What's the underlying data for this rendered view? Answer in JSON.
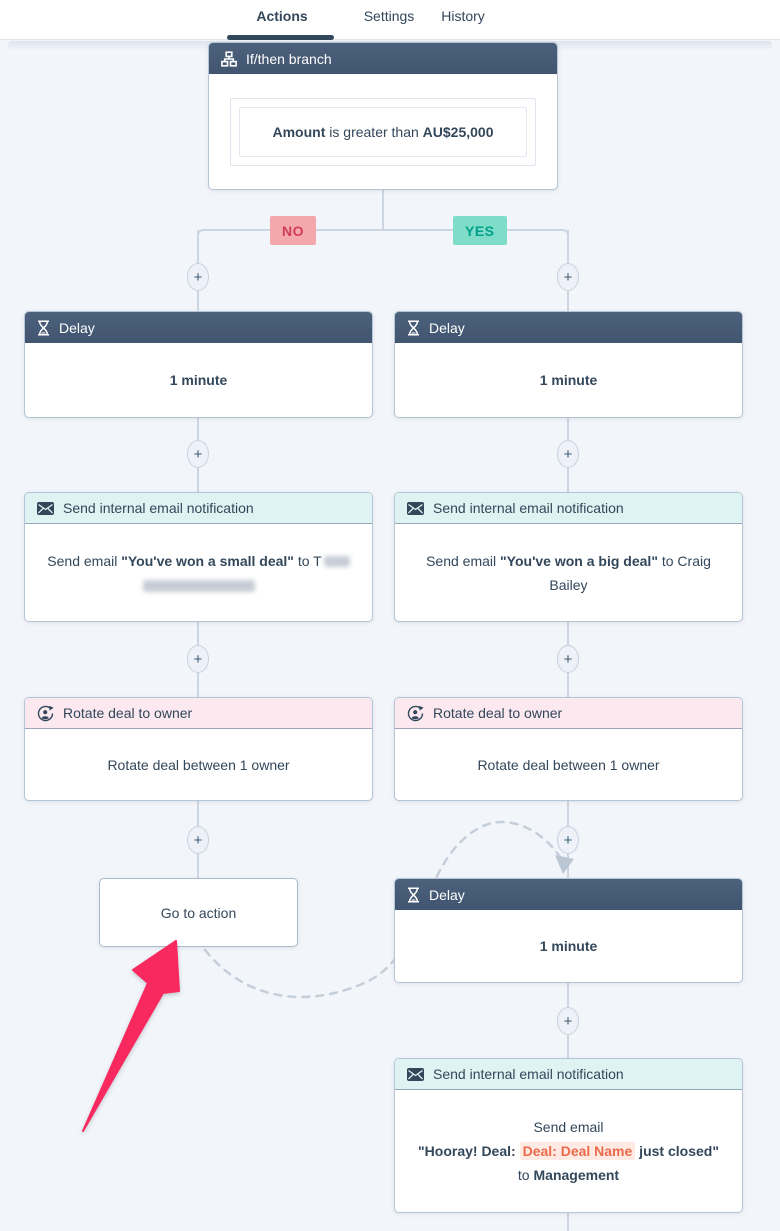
{
  "tabs": {
    "items": [
      {
        "label": "Actions",
        "active": true
      },
      {
        "label": "Settings",
        "active": false
      },
      {
        "label": "History",
        "active": false
      }
    ]
  },
  "branch": {
    "title": "If/then branch",
    "icon": "sitemap-icon",
    "condition": {
      "property": "Amount",
      "operator": " is greater than ",
      "value": "AU$25,000"
    },
    "labels": {
      "no": "NO",
      "yes": "YES"
    }
  },
  "plus_glyph": "+",
  "left_branch": {
    "delay": {
      "title": "Delay",
      "icon": "hourglass-icon",
      "duration": "1 minute"
    },
    "email": {
      "title": "Send internal email notification",
      "icon": "envelope-icon",
      "line1_prefix": "Send email ",
      "line1_quoted": "\"You've won a small deal\"",
      "line1_suffix": " to T",
      "recipient_redacted": true
    },
    "rotate": {
      "title": "Rotate deal to owner",
      "icon": "rotate-owner-icon",
      "body": "Rotate deal between 1 owner"
    },
    "goto": {
      "label": "Go to action"
    }
  },
  "right_branch": {
    "delay": {
      "title": "Delay",
      "icon": "hourglass-icon",
      "duration": "1 minute"
    },
    "email": {
      "title": "Send internal email notification",
      "icon": "envelope-icon",
      "line1_prefix": "Send email ",
      "line1_quoted": "\"You've won a big deal\"",
      "line1_suffix": " to Craig",
      "line2": "Bailey"
    },
    "rotate": {
      "title": "Rotate deal to owner",
      "icon": "rotate-owner-icon",
      "body": "Rotate deal between 1 owner"
    },
    "delay2": {
      "title": "Delay",
      "icon": "hourglass-icon",
      "duration": "1 minute"
    },
    "email2": {
      "title": "Send internal email notification",
      "icon": "envelope-icon",
      "line1": "Send email",
      "line2_prefix": "\"Hooray! Deal: ",
      "line2_token": "Deal: Deal Name",
      "line2_suffix": " just closed\"",
      "line3_prefix": "to ",
      "line3_recipient": "Management"
    }
  },
  "colors": {
    "header_dark": "#425b76",
    "header_teal_bg": "#dff3f3",
    "header_pink_bg": "#fbe9ef",
    "badge_no_bg": "#f5a8ac",
    "badge_no_text": "#cf3e53",
    "badge_yes_bg": "#7edcc9",
    "badge_yes_text": "#00a189",
    "token_text": "#eb6a4c",
    "token_bg": "#feeae2",
    "connector": "#cbd6e2",
    "annotation_arrow": "#f8295f",
    "canvas_bg": "#f2f5f9"
  }
}
